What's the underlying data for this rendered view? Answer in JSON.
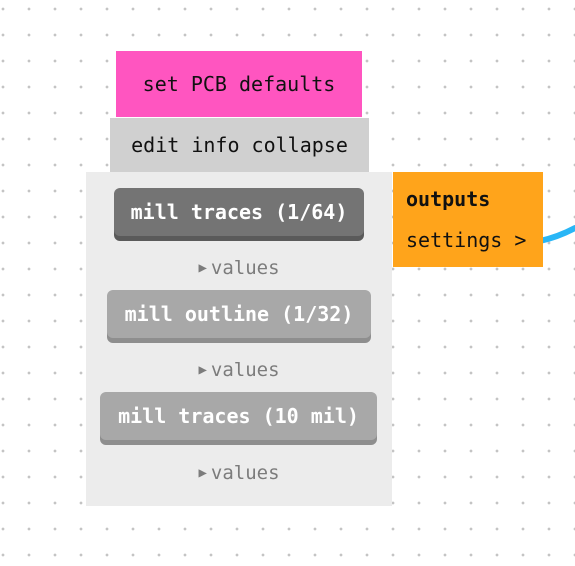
{
  "nodes": {
    "set_defaults_label": "set PCB defaults",
    "edit_info_label": "edit info collapse",
    "mill_buttons": [
      {
        "label": "mill traces (1/64)",
        "values_label": "values",
        "active": true
      },
      {
        "label": "mill outline (1/32)",
        "values_label": "values",
        "active": false
      },
      {
        "label": "mill traces (10 mil)",
        "values_label": "values",
        "active": false
      }
    ],
    "outputs": {
      "title": "outputs",
      "settings_label": "settings >"
    }
  },
  "colors": {
    "pink": "#ff55c0",
    "gray_button": "#d0d0d0",
    "panel": "#ececec",
    "active_button": "#747474",
    "inactive_button": "#a8a8a8",
    "outputs": "#ffa41b",
    "wire": "#29b6f6"
  }
}
